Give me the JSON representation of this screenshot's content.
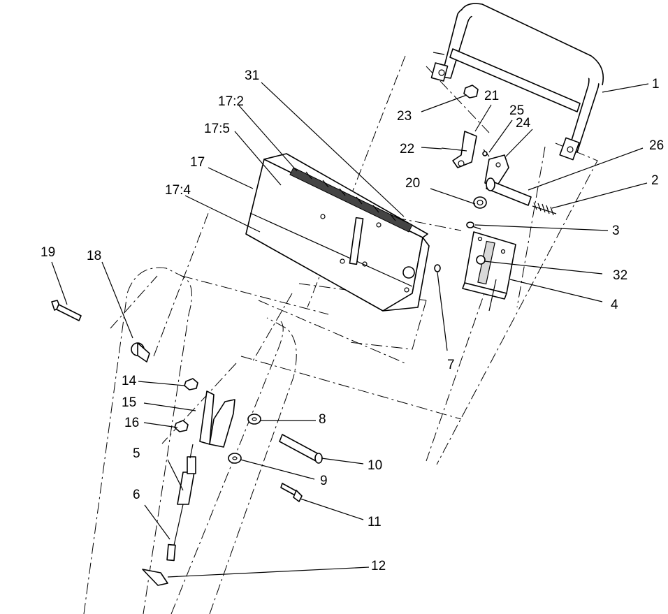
{
  "labels": {
    "l1": "1",
    "l2": "2",
    "l3": "3",
    "l4": "4",
    "l5": "5",
    "l6": "6",
    "l7": "7",
    "l8": "8",
    "l9": "9",
    "l10": "10",
    "l11": "11",
    "l12": "12",
    "l14": "14",
    "l15": "15",
    "l16": "16",
    "l17": "17",
    "l17_2": "17:2",
    "l17_4": "17:4",
    "l17_5": "17:5",
    "l18": "18",
    "l19": "19",
    "l20": "20",
    "l21": "21",
    "l22": "22",
    "l23": "23",
    "l24": "24",
    "l25": "25",
    "l26": "26",
    "l31": "31",
    "l32": "32"
  }
}
